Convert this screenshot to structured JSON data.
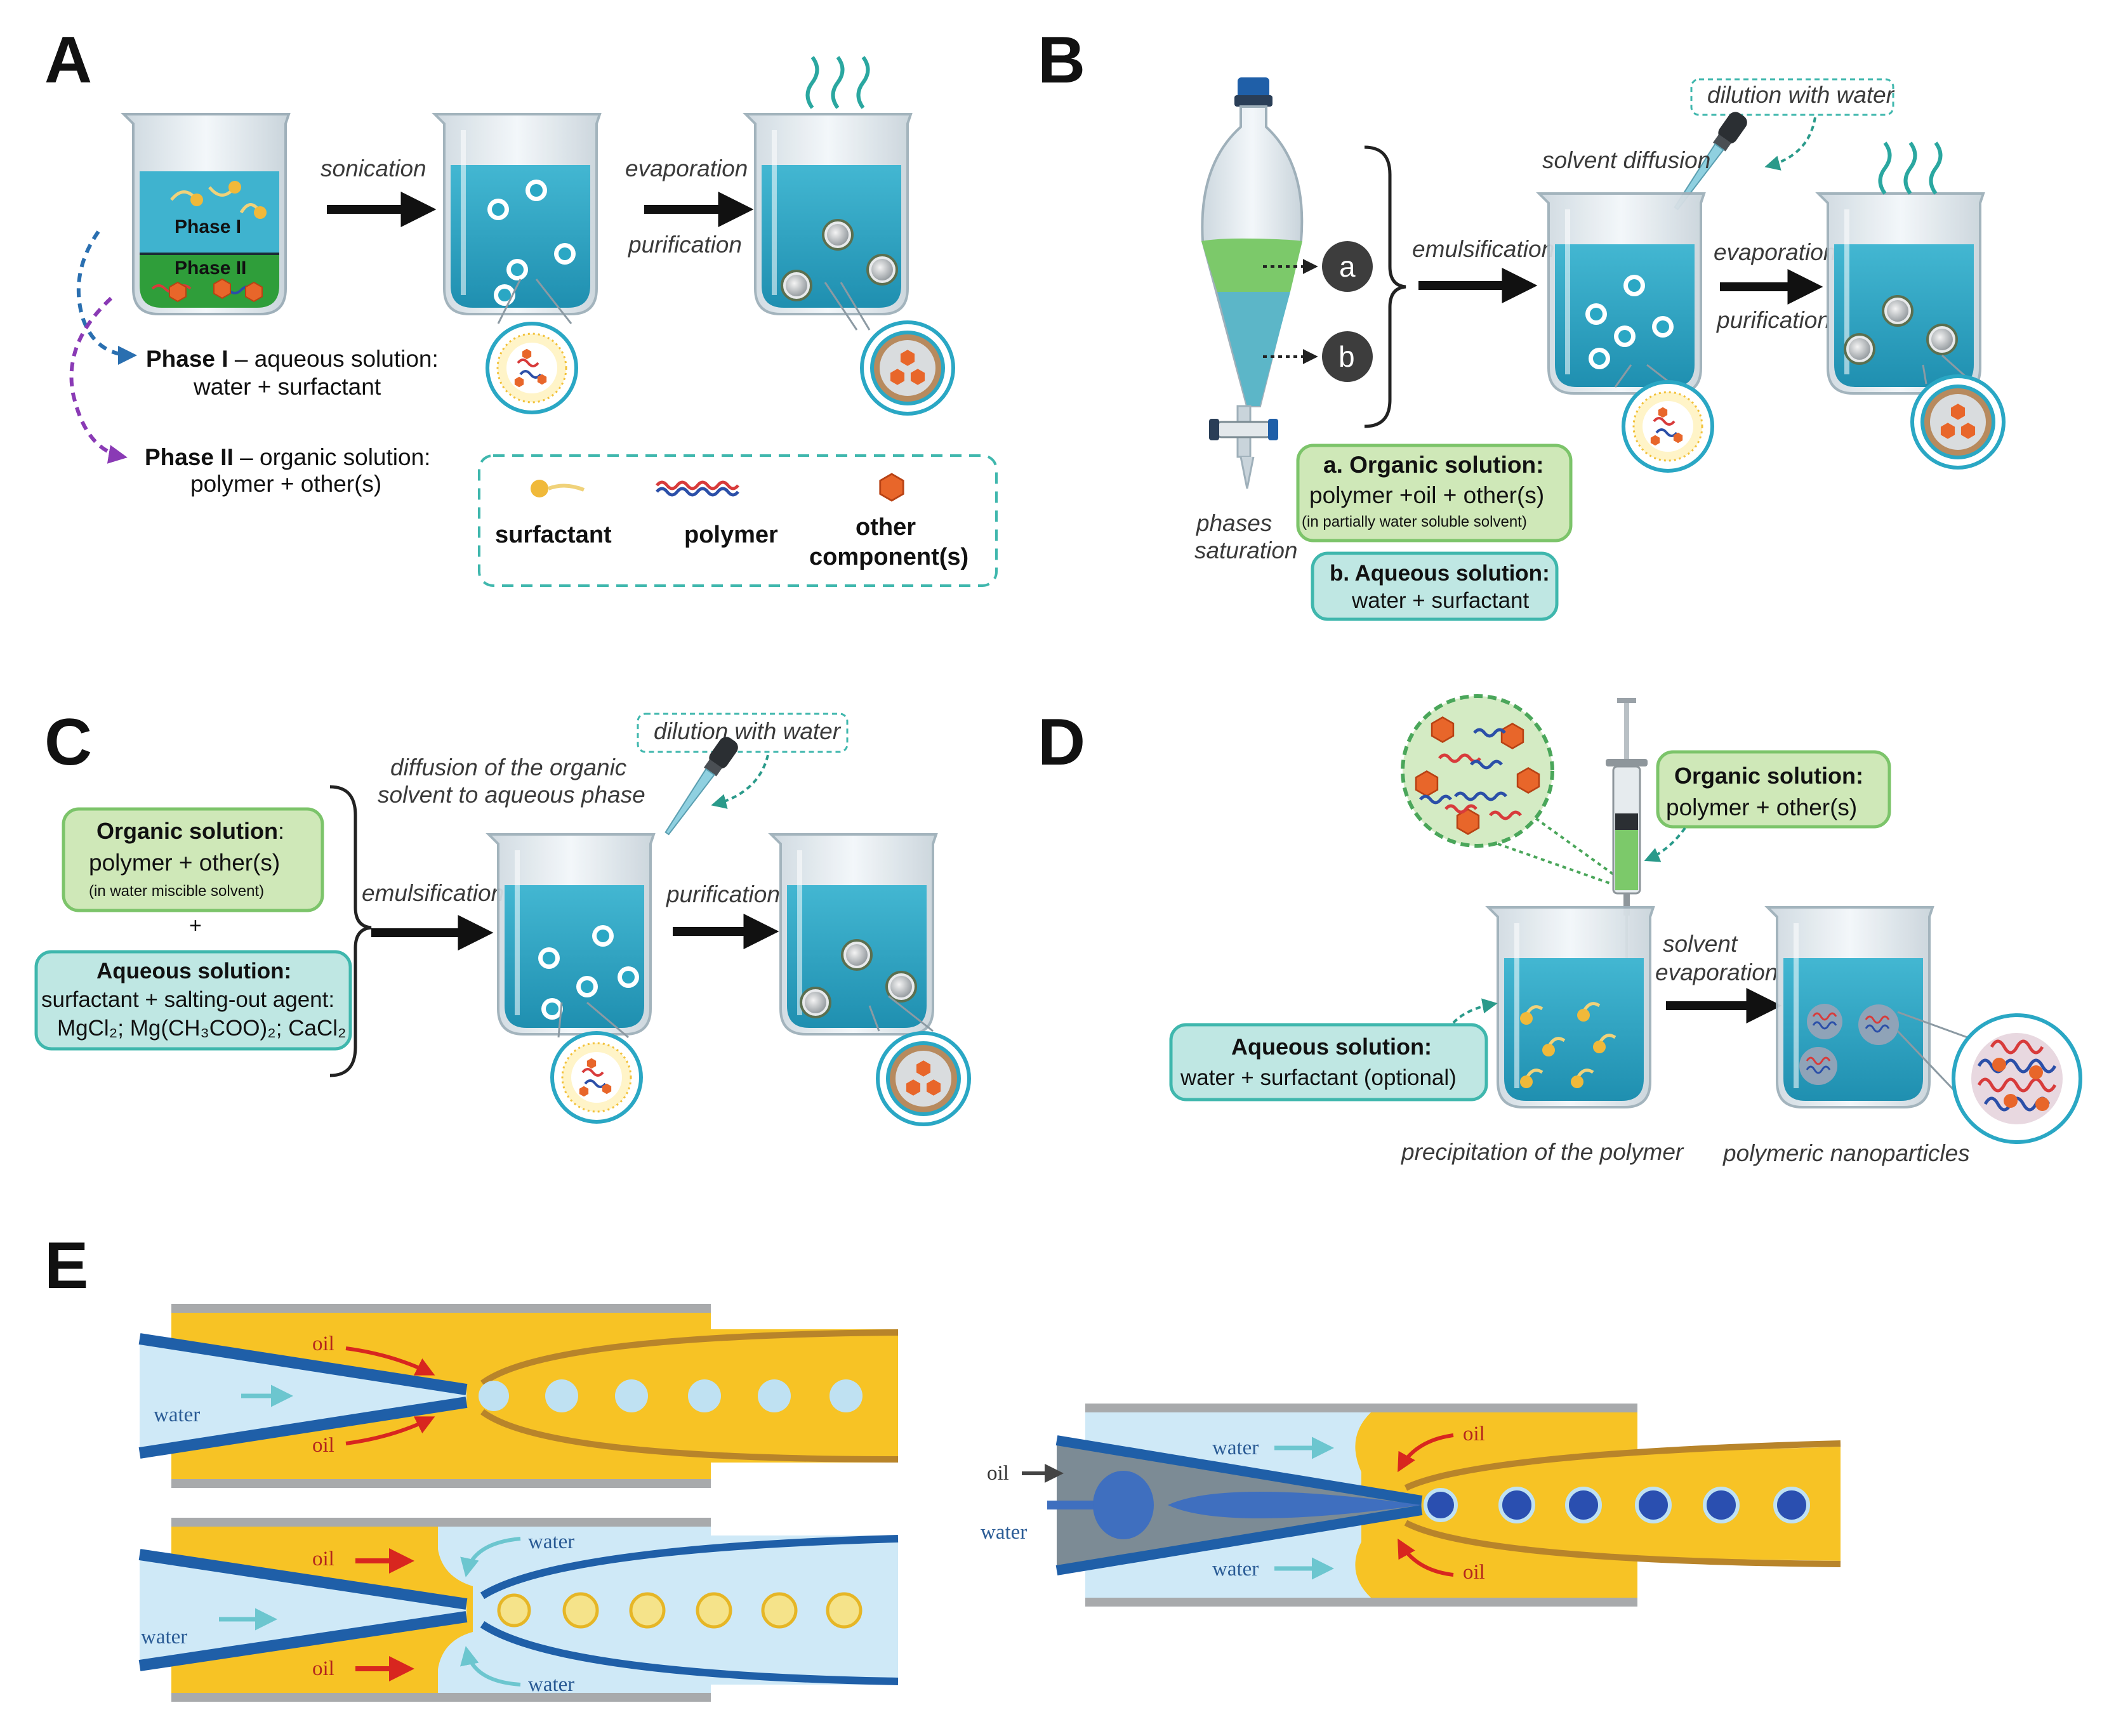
{
  "panels": {
    "A": {
      "letter": "A",
      "steps": {
        "sonication": "sonication",
        "evaporation": "evaporation",
        "purification": "purification"
      },
      "beaker_labels": {
        "phase1": "Phase I",
        "phase2": "Phase II"
      },
      "phase1_bold": "Phase I",
      "phase1_rest": " – aqueous solution:",
      "phase1_line2": "water + surfactant",
      "phase2_bold": "Phase II",
      "phase2_rest": " – organic solution:",
      "phase2_line2": "polymer + other(s)",
      "legend": {
        "surfactant": "surfactant",
        "polymer": "polymer",
        "other_line1": "other",
        "other_line2": "component(s)"
      }
    },
    "B": {
      "letter": "B",
      "dilution": "dilution with water",
      "solvent_diffusion": "solvent diffusion",
      "emulsification": "emulsification",
      "evaporation": "evaporation",
      "purification": "purification",
      "marker_a": "a",
      "marker_b": "b",
      "phases_line1": "phases",
      "phases_line2": "saturation",
      "organic_title": "a. Organic solution:",
      "organic_line2": "polymer +oil + other(s)",
      "organic_line3": "(in partially water soluble solvent)",
      "aqueous_title": "b. Aqueous solution:",
      "aqueous_line2": "water + surfactant"
    },
    "C": {
      "letter": "C",
      "dilution": "dilution with water",
      "diffusion_line1": "diffusion of the organic",
      "diffusion_line2": "solvent to aqueous phase",
      "emulsification": "emulsification",
      "purification": "purification",
      "organic_title": "Organic solution",
      "organic_colon": ":",
      "organic_line2": "polymer + other(s)",
      "organic_line3": "(in water miscible solvent)",
      "plus": "+",
      "aqueous_title": "Aqueous solution:",
      "aqueous_line2": "surfactant + salting-out agent:",
      "aqueous_line3": "MgCl₂; Mg(CH₃COO)₂; CaCl₂"
    },
    "D": {
      "letter": "D",
      "organic_title": "Organic solution:",
      "organic_line2": "polymer + other(s)",
      "aqueous_title": "Aqueous solution:",
      "aqueous_line2": "water + surfactant (optional)",
      "solvent_line1": "solvent",
      "solvent_line2": "evaporation",
      "precipitation": "precipitation of the polymer",
      "nanoparticles": "polymeric nanoparticles"
    },
    "E": {
      "letter": "E",
      "oil": "oil",
      "water": "water"
    }
  },
  "colors": {
    "water_teal": "#2aa7c4",
    "beaker_glass": "#dfe8ee",
    "organic_green_fill": "#cfe8b8",
    "organic_green_stroke": "#7cc46a",
    "aqueous_teal_fill": "#bfe7e3",
    "aqueous_teal_stroke": "#3fb7ad",
    "oil_yellow": "#f7c325",
    "microfluidic_water": "#cfe9f7",
    "capillary_blue": "#1f5fa8",
    "orange_hex": "#e8662a",
    "arrow_red": "#d8261f",
    "arrow_cyan": "#6cc6cf"
  }
}
